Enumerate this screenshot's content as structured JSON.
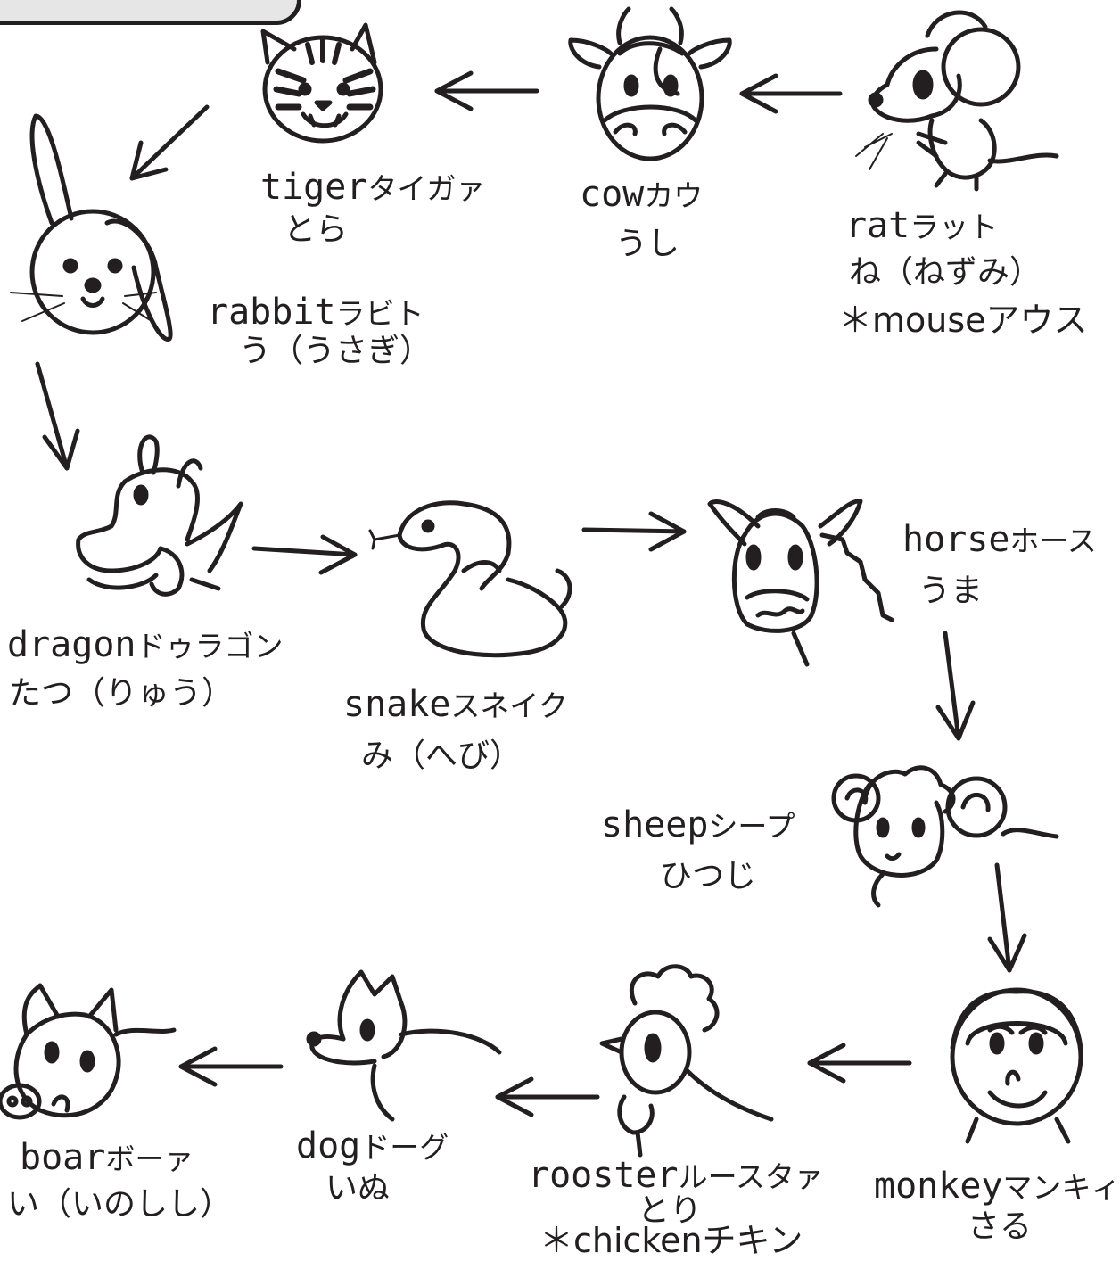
{
  "animals": [
    {
      "id": "rat",
      "english": "rat",
      "katakana": "ラット",
      "japanese": "ね（ねずみ）",
      "note": "＊mouseアウス"
    },
    {
      "id": "cow",
      "english": "cow",
      "katakana": "カウ",
      "japanese": "うし"
    },
    {
      "id": "tiger",
      "english": "tiger",
      "katakana": "タイガァ",
      "japanese": "とら"
    },
    {
      "id": "rabbit",
      "english": "rabbit",
      "katakana": "ラビト",
      "japanese": "う（うさぎ）"
    },
    {
      "id": "dragon",
      "english": "dragon",
      "katakana": "ドゥラゴン",
      "japanese": "たつ（りゅう）"
    },
    {
      "id": "snake",
      "english": "snake",
      "katakana": "スネイク",
      "japanese": "み（へび）"
    },
    {
      "id": "horse",
      "english": "horse",
      "katakana": "ホース",
      "japanese": "うま"
    },
    {
      "id": "sheep",
      "english": "sheep",
      "katakana": "シープ",
      "japanese": "ひつじ"
    },
    {
      "id": "monkey",
      "english": "monkey",
      "katakana": "マンキィ",
      "japanese": "さる"
    },
    {
      "id": "rooster",
      "english": "rooster",
      "katakana": "ルースタァ",
      "japanese": "とり",
      "note": "＊chickenチキン"
    },
    {
      "id": "dog",
      "english": "dog",
      "katakana": "ドーグ",
      "japanese": "いぬ"
    },
    {
      "id": "boar",
      "english": "boar",
      "katakana": "ボーァ",
      "japanese": "い（いのしし）"
    }
  ],
  "colors": {
    "ink": "#231f20",
    "tab": "#e6e6e6",
    "background": "#ffffff"
  }
}
